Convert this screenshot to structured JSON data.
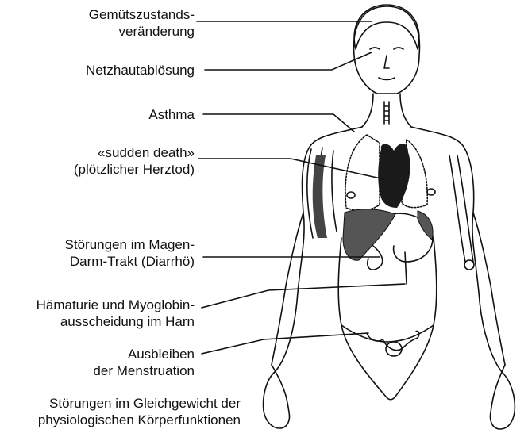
{
  "labels": {
    "mood": {
      "line1": "Gemütszustands-",
      "line2": "veränderung"
    },
    "retina": "Netzhautablösung",
    "asthma": "Asthma",
    "sudden_death": {
      "line1": "«sudden death»",
      "line2": "(plötzlicher Herztod)"
    },
    "gi": {
      "line1": "Störungen im Magen-",
      "line2": "Darm-Trakt (Diarrhö)"
    },
    "hematuria": {
      "line1": "Hämaturie und Myoglobin-",
      "line2": "ausscheidung im Harn"
    },
    "menstruation": {
      "line1": "Ausbleiben",
      "line2": "der Menstruation"
    },
    "homeostasis": {
      "line1": "Störungen im Gleichgewicht der",
      "line2": "physiologischen Körperfunktionen"
    }
  },
  "colors": {
    "ink": "#111111",
    "background": "#ffffff",
    "organ_dark": "#1a1a1a",
    "organ_mid": "#555555"
  }
}
